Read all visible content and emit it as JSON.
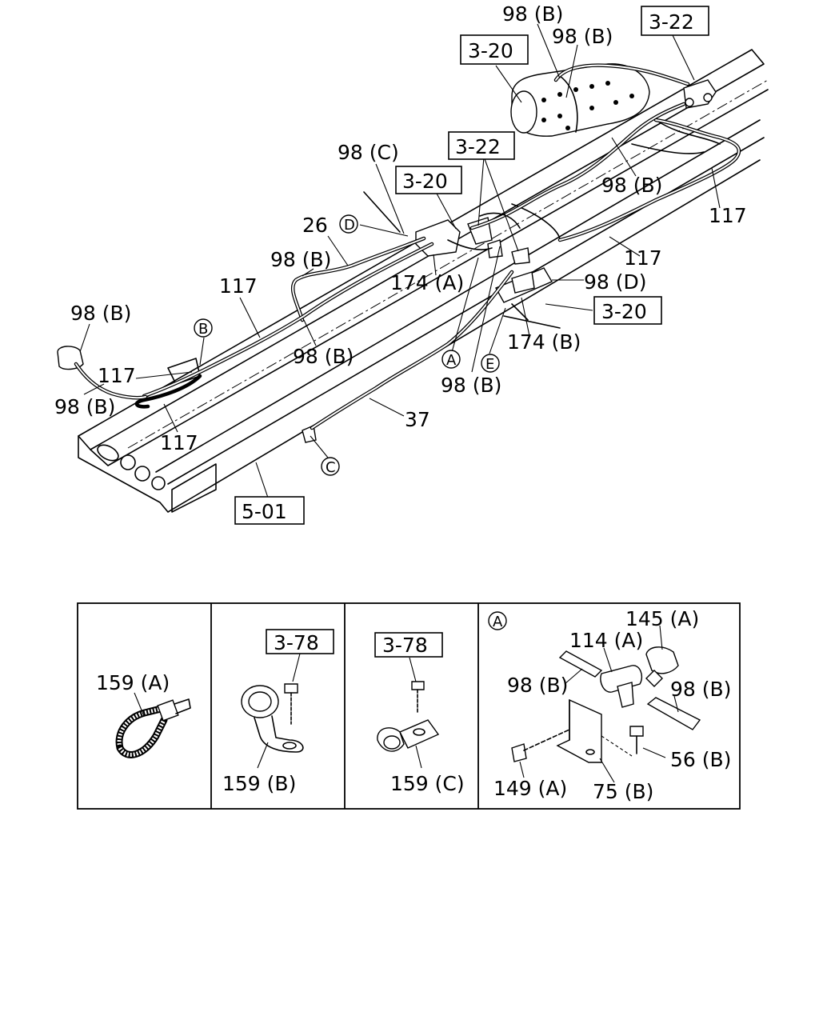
{
  "diagram": {
    "labels": {
      "l_98b_top1": "98 (B)",
      "l_98b_top2": "98 (B)",
      "l_98b_mid_r": "98 (B)",
      "l_98b_left_upper": "98 (B)",
      "l_98b_left_lower": "98 (B)",
      "l_98b_center_a": "98 (B)",
      "l_98b_center_b": "98 (B)",
      "l_98b_bottom_center": "98 (B)",
      "l_98c": "98 (C)",
      "l_98d": "98 (D)",
      "l_26": "26",
      "l_37": "37",
      "l_117_right_a": "117",
      "l_117_right_b": "117",
      "l_117_left_a": "117",
      "l_117_left_b": "117",
      "l_117_left_c": "117",
      "l_174a": "174 (A)",
      "l_174b": "174 (B)"
    },
    "refs": {
      "ref_3_20_top": "3-20",
      "ref_3_22_top": "3-22",
      "ref_3_22_mid": "3-22",
      "ref_3_20_mid": "3-20",
      "ref_3_20_right": "3-20",
      "ref_5_01": "5-01"
    },
    "callouts": {
      "A": "A",
      "B": "B",
      "C": "C",
      "D": "D",
      "E": "E"
    }
  },
  "details": {
    "p1": {
      "l_159a": "159 (A)"
    },
    "p2": {
      "ref": "3-78",
      "l_159b": "159 (B)"
    },
    "p3": {
      "ref": "3-78",
      "l_159c": "159 (C)"
    },
    "p4": {
      "callout": "A",
      "l_145a": "145 (A)",
      "l_114a": "114 (A)",
      "l_98b_left": "98 (B)",
      "l_98b_right": "98 (B)",
      "l_56b": "56 (B)",
      "l_149a": "149 (A)",
      "l_75b": "75 (B)"
    }
  }
}
